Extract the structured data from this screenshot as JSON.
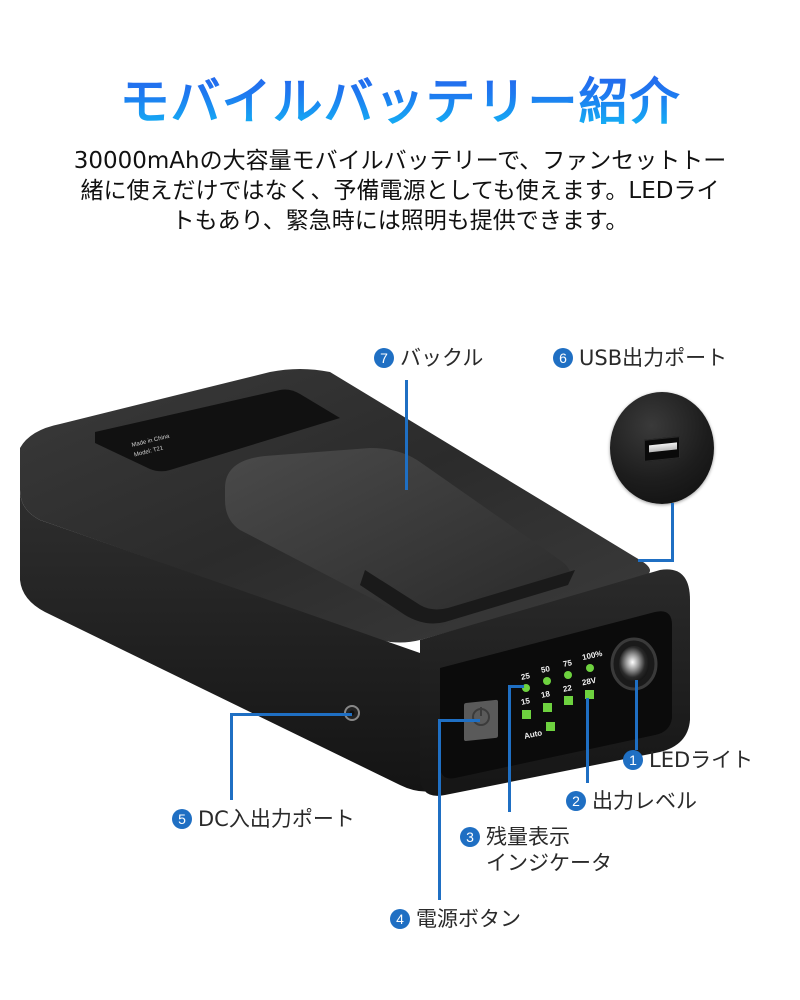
{
  "header": {
    "title": "モバイルバッテリー紹介",
    "description_lines": [
      "30000mAhの大容量モバイルバッテリーで、ファンセットトー",
      "緒に使えだけではなく、予備電源としても使えます。LEDライ",
      "トもあり、緊急時には照明も提供できます。"
    ]
  },
  "colors": {
    "title_gradient_top": "#2a5bea",
    "title_gradient_bottom": "#12bdf5",
    "callout": "#1f6fc3",
    "indicator_green": "#6ed23f",
    "device_body": "#1e1e1e"
  },
  "callouts": [
    {
      "number": "1",
      "label": "LEDライト"
    },
    {
      "number": "2",
      "label": "出力レベル"
    },
    {
      "number": "3",
      "label_lines": [
        "残量表示",
        "インジケータ"
      ]
    },
    {
      "number": "4",
      "label": "電源ボタン"
    },
    {
      "number": "5",
      "label": "DC入出力ポート"
    },
    {
      "number": "6",
      "label": "USB出力ポート"
    },
    {
      "number": "7",
      "label": "バックル"
    }
  ],
  "device": {
    "battery_levels": [
      "25",
      "50",
      "75",
      "100%"
    ],
    "voltage_levels": [
      "15",
      "18",
      "22",
      "28V"
    ],
    "auto_label": "Auto"
  }
}
